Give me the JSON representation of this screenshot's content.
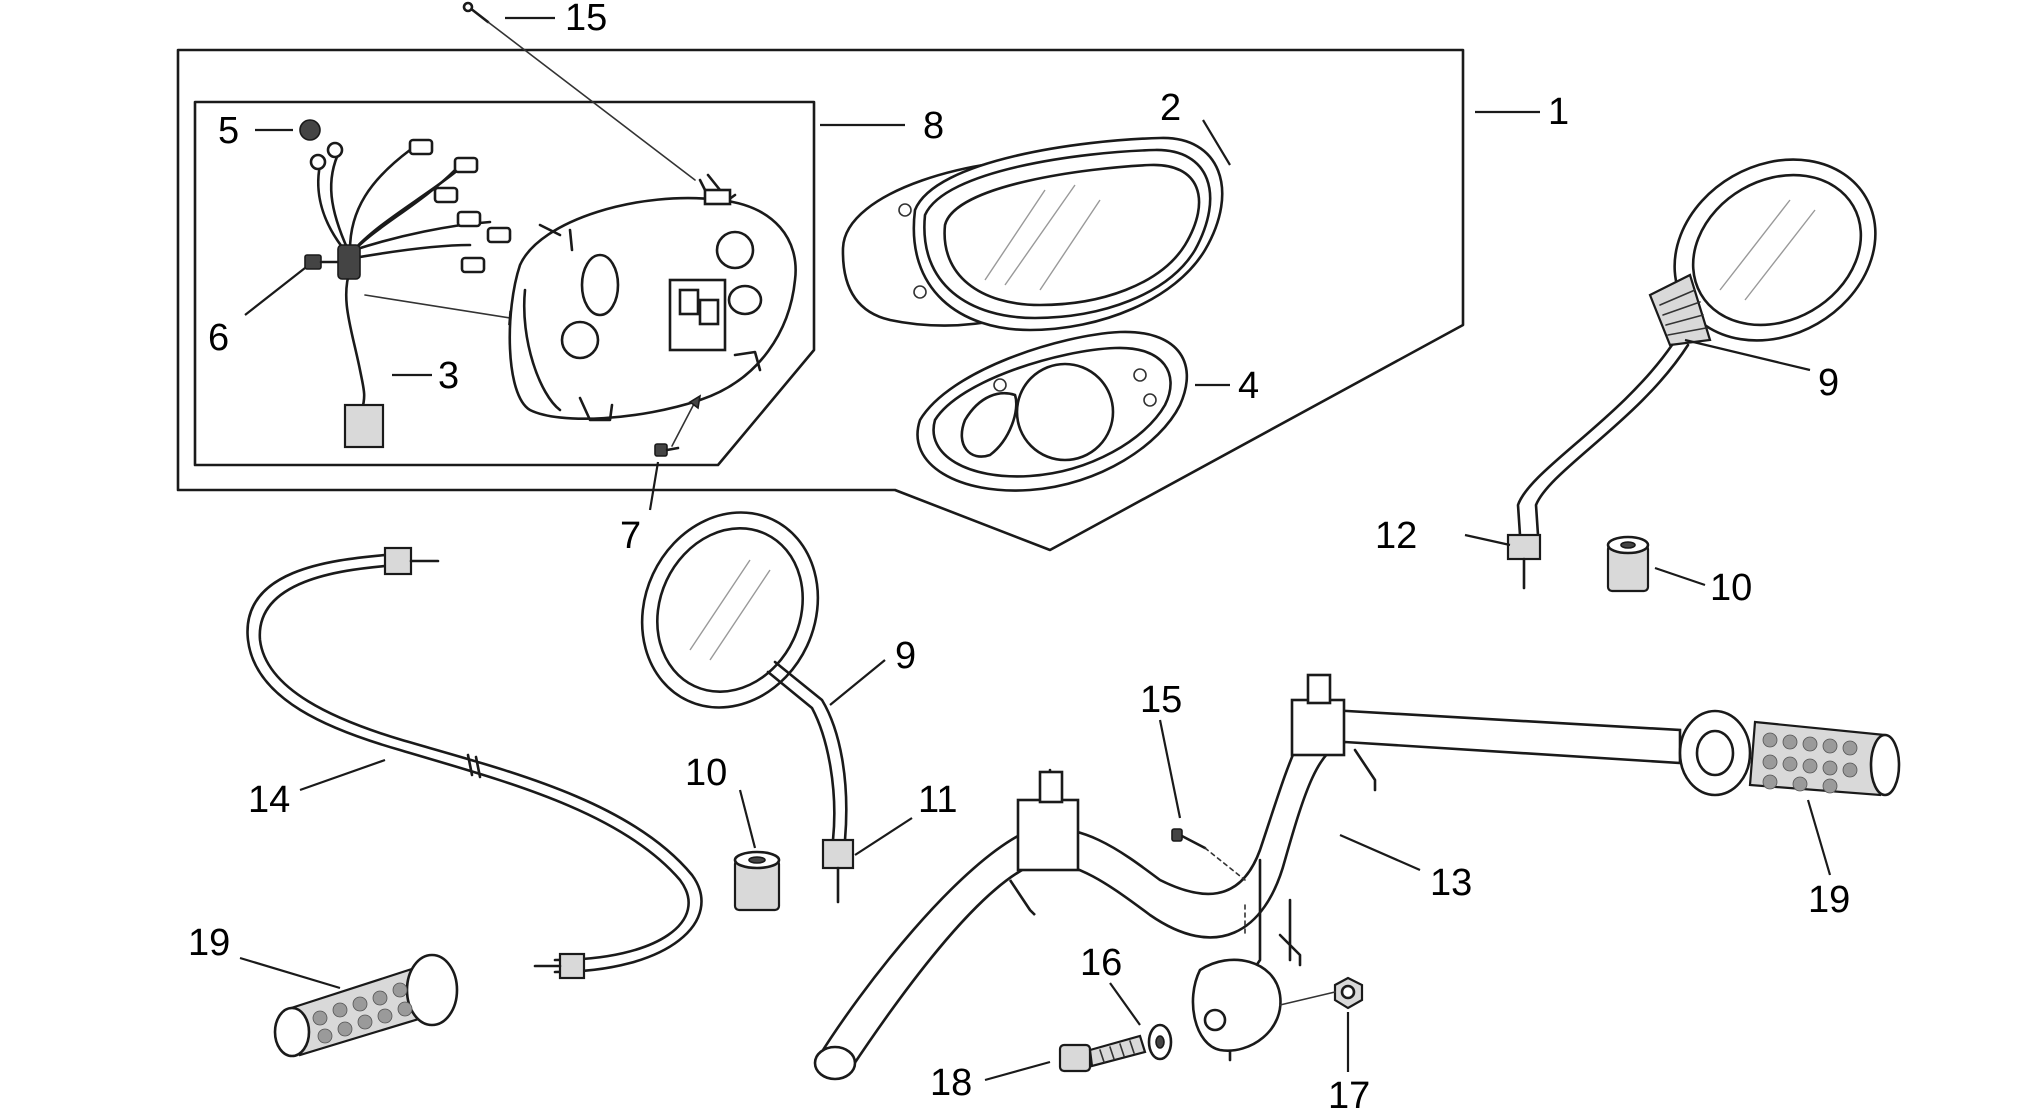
{
  "callouts": [
    {
      "id": "c1",
      "text": "1"
    },
    {
      "id": "c2",
      "text": "2"
    },
    {
      "id": "c3",
      "text": "3"
    },
    {
      "id": "c4",
      "text": "4"
    },
    {
      "id": "c5",
      "text": "5"
    },
    {
      "id": "c6",
      "text": "6"
    },
    {
      "id": "c7",
      "text": "7"
    },
    {
      "id": "c8",
      "text": "8"
    },
    {
      "id": "c9a",
      "text": "9"
    },
    {
      "id": "c9b",
      "text": "9"
    },
    {
      "id": "c10a",
      "text": "10"
    },
    {
      "id": "c10b",
      "text": "10"
    },
    {
      "id": "c11",
      "text": "11"
    },
    {
      "id": "c12",
      "text": "12"
    },
    {
      "id": "c13",
      "text": "13"
    },
    {
      "id": "c14",
      "text": "14"
    },
    {
      "id": "c15a",
      "text": "15"
    },
    {
      "id": "c15b",
      "text": "15"
    },
    {
      "id": "c16",
      "text": "16"
    },
    {
      "id": "c17",
      "text": "17"
    },
    {
      "id": "c18",
      "text": "18"
    },
    {
      "id": "c19a",
      "text": "19"
    },
    {
      "id": "c19b",
      "text": "19"
    }
  ],
  "colors": {
    "line": "#1a1a1a",
    "background": "#ffffff",
    "fill": "#d9d9d9"
  }
}
